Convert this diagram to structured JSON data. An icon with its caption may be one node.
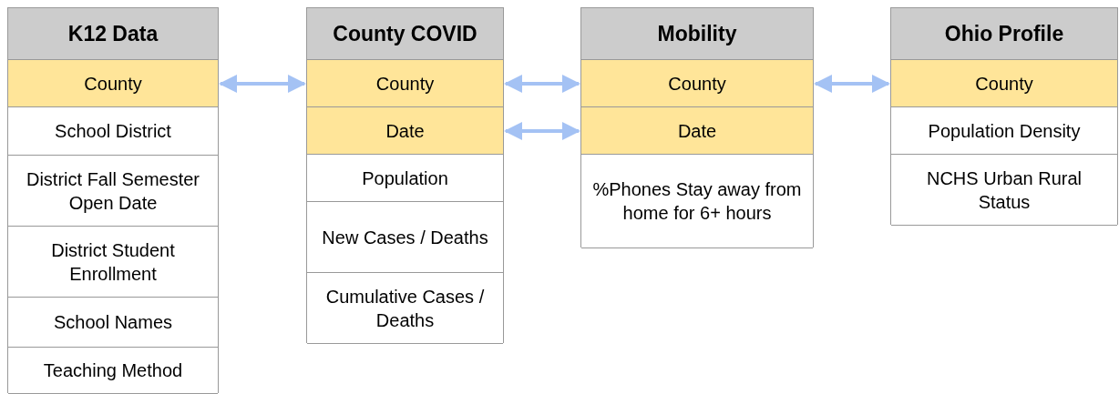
{
  "diagram": {
    "nodes": [
      {
        "text": [
          "K12 Data"
        ]
      },
      {
        "text": [
          "County"
        ],
        "in": 0
      },
      {
        "text": [
          "School District"
        ],
        "in": 0
      },
      {
        "text": [
          "District Fall Semester Open Date"
        ],
        "in": 0
      },
      {
        "text": [
          "District Student Enrollment"
        ],
        "in": 0
      },
      {
        "text": [
          "School Names"
        ],
        "in": 0
      },
      {
        "text": [
          "Teaching Method"
        ],
        "in": 0
      },
      {
        "text": [
          "County COVID"
        ]
      },
      {
        "text": [
          "County"
        ],
        "in": 7
      },
      {
        "text": [
          "Date"
        ],
        "in": 7
      },
      {
        "text": [
          "Population"
        ],
        "in": 7
      },
      {
        "text": [
          "New Cases / Deaths"
        ],
        "in": 7
      },
      {
        "text": [
          "Cumulative Cases / Deaths"
        ],
        "in": 7
      },
      {
        "text": [
          "Mobility"
        ]
      },
      {
        "text": [
          "County"
        ],
        "in": 13
      },
      {
        "text": [
          "Date"
        ],
        "in": 13
      },
      {
        "text": [
          "%Phones Stay away from home for 6+ hours"
        ],
        "in": 13
      },
      {
        "text": [
          "Ohio Profile"
        ]
      },
      {
        "text": [
          "County"
        ],
        "in": 17
      },
      {
        "text": [
          "Population Density"
        ],
        "in": 17
      },
      {
        "text": [
          "NCHS Urban Rural Status"
        ],
        "in": 17
      }
    ],
    "edges": [
      {
        "from": 1,
        "to": 8,
        "arrow": "both"
      },
      {
        "from": 8,
        "to": 14,
        "arrow": "both"
      },
      {
        "from": 9,
        "to": 15,
        "arrow": "both"
      },
      {
        "from": 14,
        "to": 18,
        "arrow": "both"
      }
    ]
  }
}
